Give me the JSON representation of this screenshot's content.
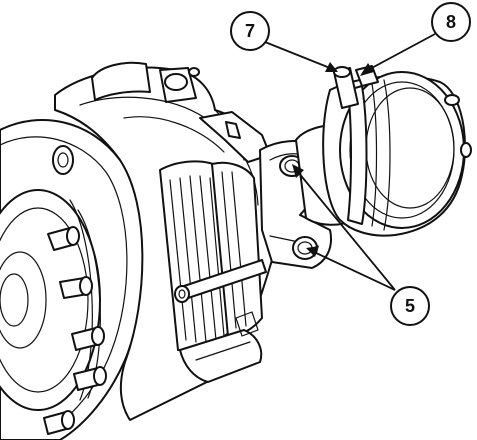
{
  "callouts": [
    {
      "id": "7",
      "label": "7"
    },
    {
      "id": "8",
      "label": "8"
    },
    {
      "id": "5",
      "label": "5"
    }
  ]
}
